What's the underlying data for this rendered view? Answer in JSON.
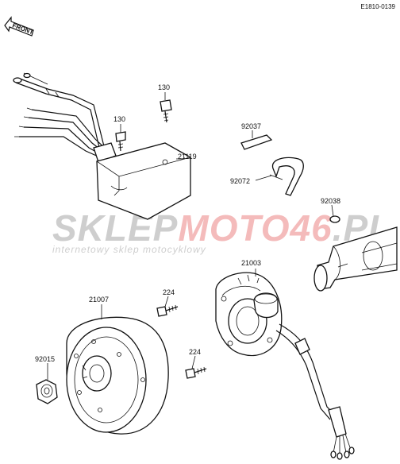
{
  "diagram": {
    "reference_code": "E1810-0139",
    "direction_label": "FRONT",
    "watermark": {
      "brand_gray": "SKLEP",
      "brand_red": "MOTO46",
      "brand_suffix": ".PL",
      "tagline": "internetowy sklep motocyklowy",
      "gray_color": "#c9c9c9",
      "red_color": "#f3b4b4"
    },
    "parts": [
      {
        "id": "p130a",
        "number": "130"
      },
      {
        "id": "p130b",
        "number": "130"
      },
      {
        "id": "p21119",
        "number": "21119"
      },
      {
        "id": "p92037",
        "number": "92037"
      },
      {
        "id": "p92072",
        "number": "92072"
      },
      {
        "id": "p92038",
        "number": "92038"
      },
      {
        "id": "p21003",
        "number": "21003"
      },
      {
        "id": "p21007",
        "number": "21007"
      },
      {
        "id": "p224a",
        "number": "224"
      },
      {
        "id": "p224b",
        "number": "224"
      },
      {
        "id": "p92015",
        "number": "92015"
      }
    ]
  }
}
